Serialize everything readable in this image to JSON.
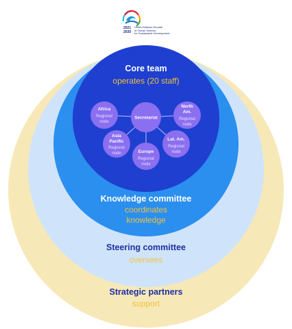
{
  "logo": {
    "years": [
      "2021",
      "2030"
    ],
    "lines": [
      "United Nations Decade",
      "of Ocean Science",
      "for Sustainable Development"
    ]
  },
  "rings": {
    "strategic": {
      "title": "Strategic partners",
      "subtitle": "support"
    },
    "steering": {
      "title": "Steering committee",
      "subtitle": "oversees"
    },
    "knowledge": {
      "title": "Knowledge committee",
      "subtitle_line1": "coordinates",
      "subtitle_line2": "knowledge"
    },
    "core": {
      "title": "Core team",
      "subtitle": "operates (20 staff)"
    }
  },
  "nodes": {
    "secretariat": "Secretariat",
    "africa": {
      "title": "Africa",
      "sub1": "Regional",
      "sub2": "node"
    },
    "north_am": {
      "title1": "North",
      "title2": "Am.",
      "sub1": "Regional",
      "sub2": "node"
    },
    "asia_pacific": {
      "title1": "Asia",
      "title2": "Pacific",
      "sub1": "Regional",
      "sub2": "node"
    },
    "europe": {
      "title": "Europe",
      "sub1": "Regional",
      "sub2": "node"
    },
    "lat_am": {
      "title": "Lat. Am.",
      "sub1": "Regional",
      "sub2": "node"
    }
  },
  "colors": {
    "strategic": "#f7e8b8",
    "steering": "#cfe4fb",
    "knowledge": "#2b8fef",
    "core": "#1e3fcf",
    "node": "#8a6ff0",
    "accent": "#f0c23c",
    "navy": "#1f2fa0"
  }
}
